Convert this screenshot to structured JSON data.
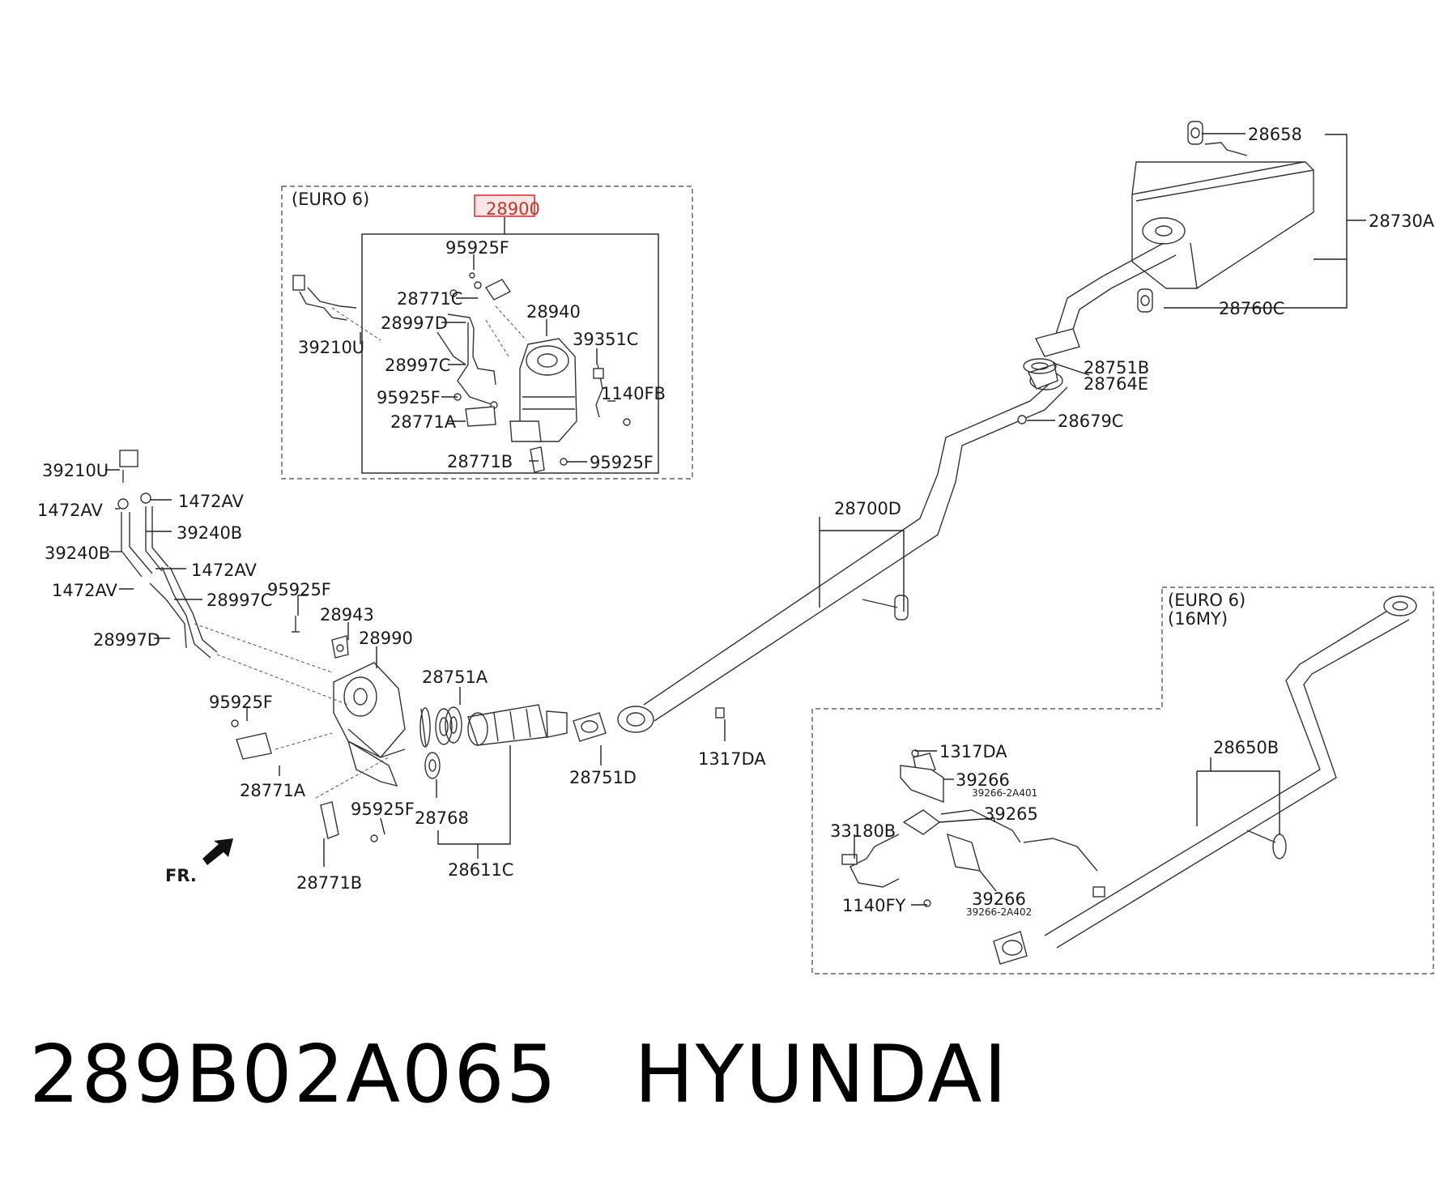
{
  "caption": {
    "part_number": "289B02A065",
    "brand": "HYUNDAI"
  },
  "highlight_color": "#e8474f",
  "groups": {
    "euro6_top": {
      "title": "(EURO 6)",
      "assembly": "28900"
    },
    "euro6_16my": {
      "title_line1": "(EURO 6)",
      "title_line2": "(16MY)"
    }
  },
  "labels": {
    "l28658": "28658",
    "l28730A": "28730A",
    "l28760C": "28760C",
    "l28751B": "28751B",
    "l28764E": "28764E",
    "l28679C": "28679C",
    "l28700D": "28700D",
    "l95925F_1": "95925F",
    "l28771C": "28771C",
    "l28940": "28940",
    "l28997D_1": "28997D",
    "l39210U_1": "39210U",
    "l39351C": "39351C",
    "l28997C_1": "28997C",
    "l1140FB": "1140FB",
    "l95925F_2": "95925F",
    "l28771A_1": "28771A",
    "l28771B_1": "28771B",
    "l95925F_3": "95925F",
    "l39210U_2": "39210U",
    "l1472AV_1": "1472AV",
    "l1472AV_2": "1472AV",
    "l39240B_1": "39240B",
    "l39240B_2": "39240B",
    "l1472AV_3": "1472AV",
    "l1472AV_4": "1472AV",
    "l95925F_4": "95925F",
    "l28997C_2": "28997C",
    "l28943": "28943",
    "l28990": "28990",
    "l28997D_2": "28997D",
    "l28751A": "28751A",
    "l95925F_5": "95925F",
    "l28771A_2": "28771A",
    "l28751D": "28751D",
    "l1317DA_1": "1317DA",
    "l28768": "28768",
    "l95925F_6": "95925F",
    "l28611C": "28611C",
    "l28771B_2": "28771B",
    "lFR": "FR.",
    "l28650B": "28650B",
    "l1317DA_2": "1317DA",
    "l39266_1": "39266",
    "l39266_1_sub": "39266-2A401",
    "l39265": "39265",
    "l33180B": "33180B",
    "l39266_2": "39266",
    "l39266_2_sub": "39266-2A402",
    "l1140FY": "1140FY"
  }
}
